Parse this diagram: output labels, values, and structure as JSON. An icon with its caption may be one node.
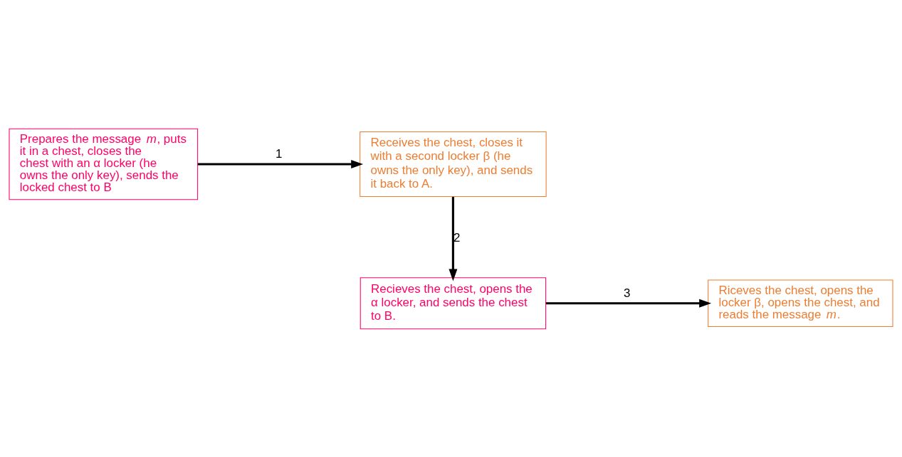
{
  "diagram": {
    "nodes": [
      {
        "text": [
          "Prepares the message *m*, puts it in a chest, closes the chest with an α locker (he owns the only key), sends the locked chest to B"
        ]
      },
      {
        "text": [
          "Receives the chest, closes it with a second locker β (he owns the only key), and sends it back to A."
        ]
      },
      {
        "text": [
          "Recieves the chest, opens the α locker, and sends the chest to B."
        ]
      },
      {
        "text": [
          "Riceves the chest, opens the locker β, opens the chest, and reads the message *m*."
        ]
      }
    ],
    "edges": [
      {
        "from": 0,
        "to": 1,
        "arrow": "to",
        "label": "1"
      },
      {
        "from": 1,
        "to": 2,
        "arrow": "to",
        "label": "2"
      },
      {
        "from": 2,
        "to": 3,
        "arrow": "to",
        "label": "3"
      }
    ]
  }
}
